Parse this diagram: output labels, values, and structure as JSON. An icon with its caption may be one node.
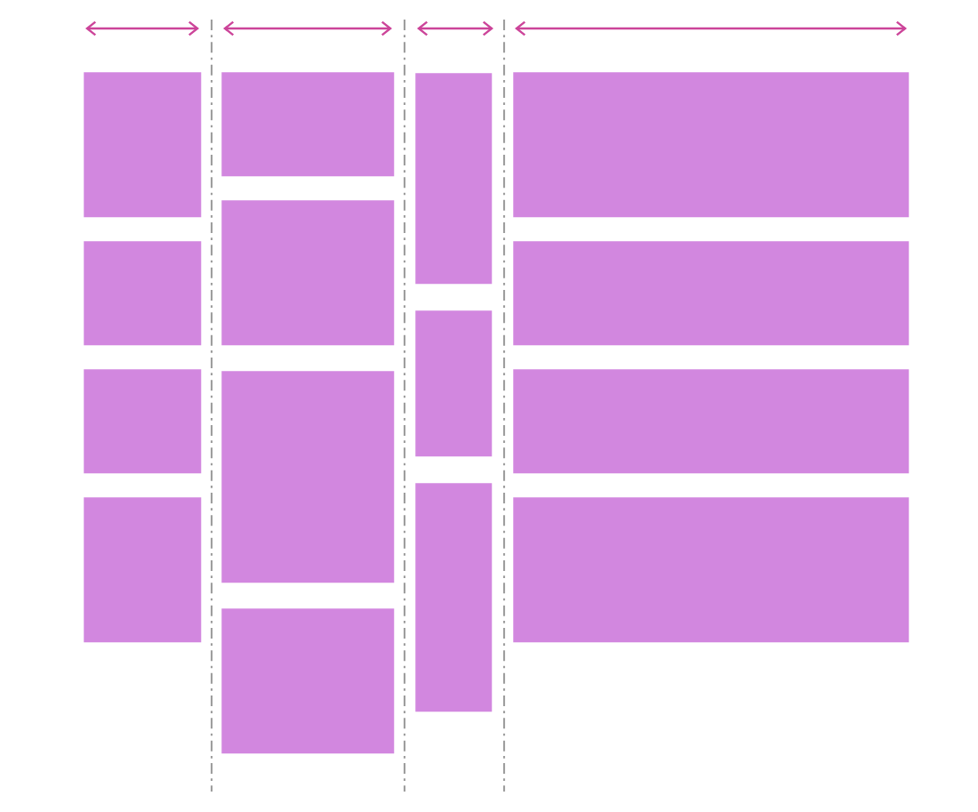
{
  "diagram": {
    "nodes": [
      {
        "text": [],
        "shape": "box"
      },
      {
        "text": [],
        "shape": "box"
      },
      {
        "text": [],
        "shape": "box"
      },
      {
        "text": [],
        "shape": "box"
      },
      {
        "text": [],
        "shape": "box"
      },
      {
        "text": [],
        "shape": "box"
      },
      {
        "text": [],
        "shape": "box"
      },
      {
        "text": [],
        "shape": "box"
      },
      {
        "text": [],
        "shape": "box"
      },
      {
        "text": [],
        "shape": "box"
      },
      {
        "text": [],
        "shape": "box"
      },
      {
        "text": [],
        "shape": "box"
      },
      {
        "text": [],
        "shape": "box"
      },
      {
        "text": [],
        "shape": "box"
      },
      {
        "text": [],
        "shape": "box"
      }
    ]
  }
}
